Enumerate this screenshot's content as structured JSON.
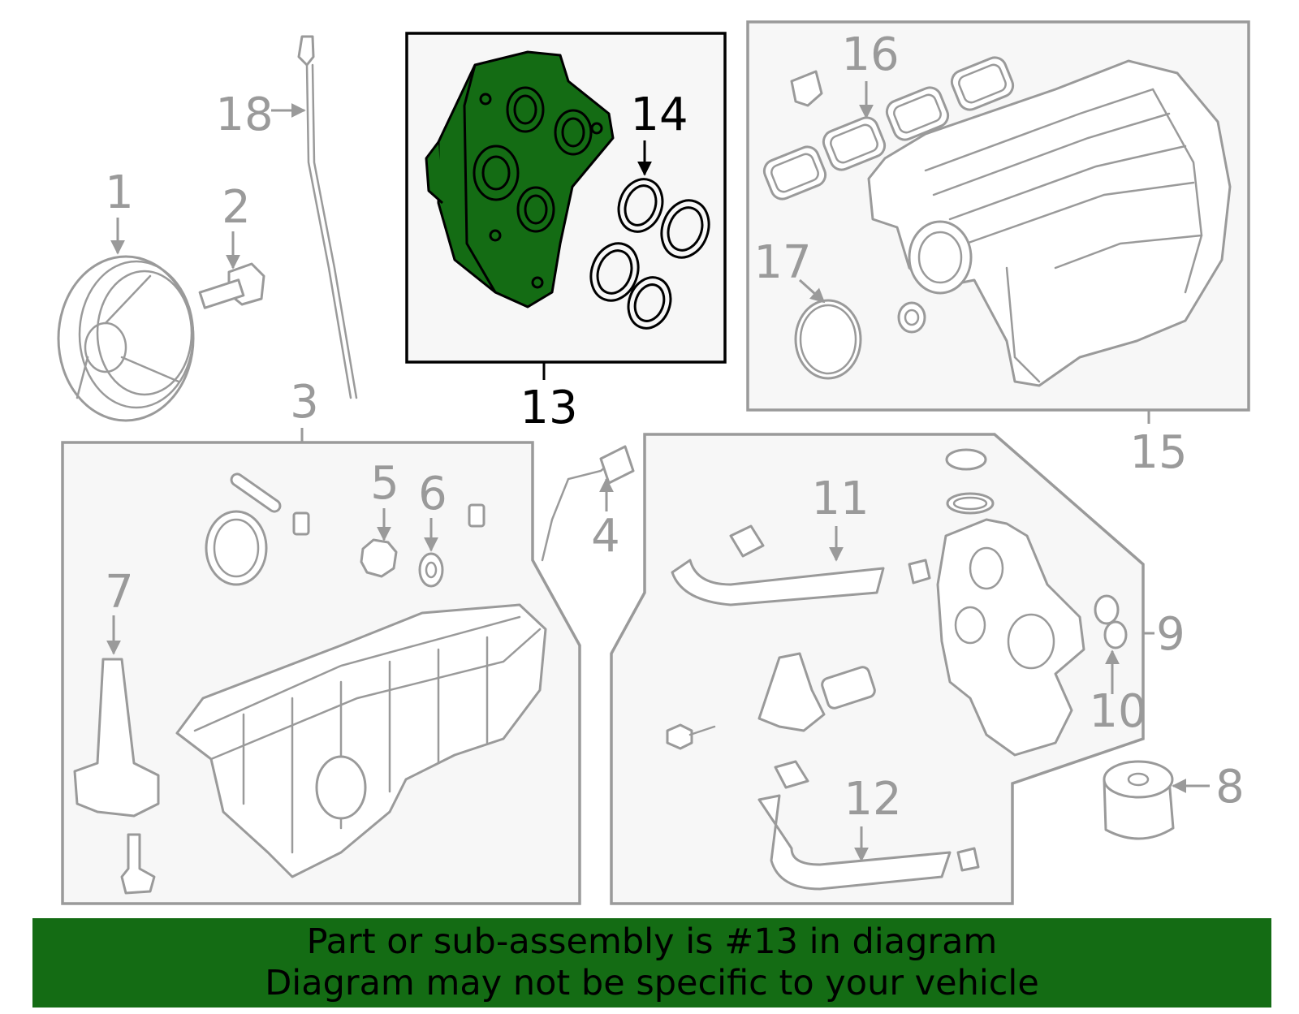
{
  "diagram": {
    "callouts": [
      "1",
      "2",
      "3",
      "4",
      "5",
      "6",
      "7",
      "8",
      "9",
      "10",
      "11",
      "12",
      "13",
      "14",
      "15",
      "16",
      "17",
      "18"
    ],
    "highlighted_part": "13",
    "highlight_color": "#146c14",
    "line_color": "#9a9a9a"
  },
  "banner": {
    "line1": "Part or sub-assembly is #13 in diagram",
    "line2": "Diagram may not be specific to your vehicle",
    "background": "#146c14"
  }
}
